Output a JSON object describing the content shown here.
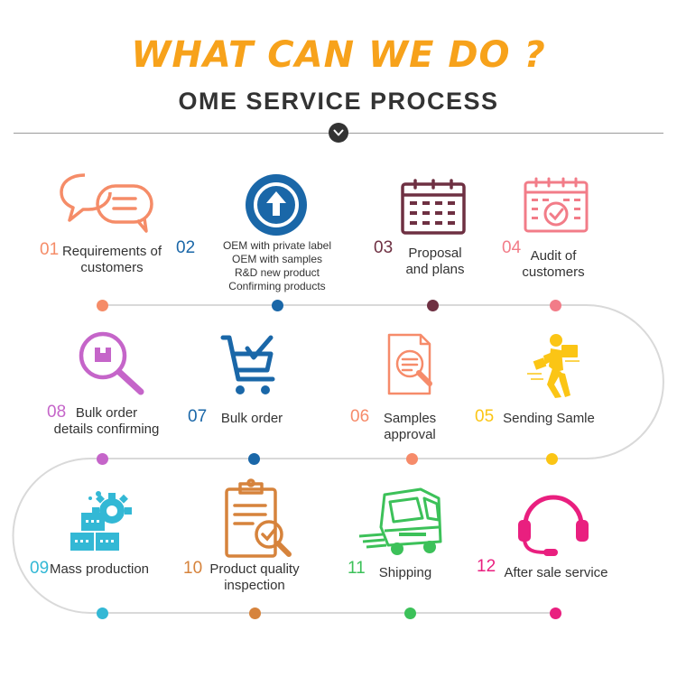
{
  "header": {
    "title": "WHAT CAN WE DO ?",
    "subtitle": "OME SERVICE PROCESS"
  },
  "colors": {
    "title": "#f7a21b",
    "text": "#333333",
    "path": "#d9d9d9"
  },
  "steps": [
    {
      "number": "01",
      "lines": [
        "Requirements of",
        "customers"
      ],
      "color": "#f58c68",
      "icon": "chat-bubbles-icon"
    },
    {
      "number": "02",
      "lines": [
        "OEM with private label",
        "OEM with samples",
        "R&D new product",
        "Confirming products"
      ],
      "color": "#1a67a8",
      "icon": "upload-circle-icon"
    },
    {
      "number": "03",
      "lines": [
        "Proposal",
        "and plans"
      ],
      "color": "#6e3042",
      "icon": "calendar-icon"
    },
    {
      "number": "04",
      "lines": [
        "Audit of",
        "customers"
      ],
      "color": "#f27c88",
      "icon": "calendar-check-icon"
    },
    {
      "number": "05",
      "lines": [
        "Sending Samle"
      ],
      "color": "#fbc515",
      "icon": "delivery-man-icon"
    },
    {
      "number": "06",
      "lines": [
        "Samples",
        "approval"
      ],
      "color": "#f68b6a",
      "icon": "document-search-icon"
    },
    {
      "number": "07",
      "lines": [
        "Bulk order"
      ],
      "color": "#1a67a8",
      "icon": "shopping-cart-check-icon"
    },
    {
      "number": "08",
      "lines": [
        "Bulk order",
        "details confirming"
      ],
      "color": "#c565c9",
      "icon": "magnifier-box-icon"
    },
    {
      "number": "09",
      "lines": [
        "Mass production"
      ],
      "color": "#33b8d5",
      "icon": "factory-gear-icon"
    },
    {
      "number": "10",
      "lines": [
        "Product quality",
        "inspection"
      ],
      "color": "#d6833c",
      "icon": "clipboard-check-icon"
    },
    {
      "number": "11",
      "lines": [
        "Shipping"
      ],
      "color": "#3cc159",
      "icon": "truck-icon"
    },
    {
      "number": "12",
      "lines": [
        "After sale service"
      ],
      "color": "#e91f7f",
      "icon": "headset-icon"
    }
  ]
}
